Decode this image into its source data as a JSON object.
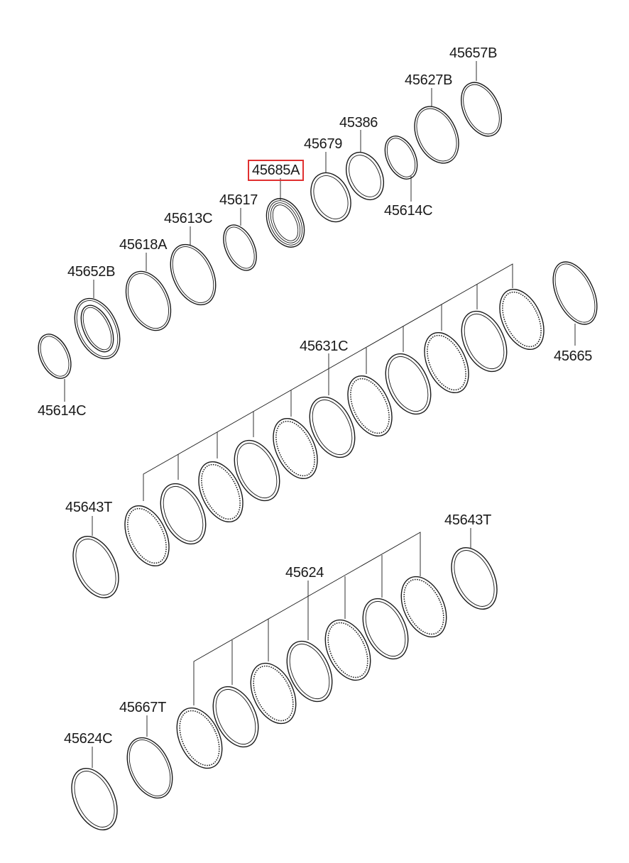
{
  "labels": {
    "p45657B": "45657B",
    "p45627B": "45627B",
    "p45386": "45386",
    "p45679": "45679",
    "p45685A": "45685A",
    "p45614C_top": "45614C",
    "p45617": "45617",
    "p45613C": "45613C",
    "p45618A": "45618A",
    "p45652B": "45652B",
    "p45614C_left": "45614C",
    "p45631C": "45631C",
    "p45665": "45665",
    "p45643T_left": "45643T",
    "p45643T_right": "45643T",
    "p45624": "45624",
    "p45667T": "45667T",
    "p45624C": "45624C"
  },
  "highlight": {
    "part": "45685A",
    "color": "#e03030"
  }
}
